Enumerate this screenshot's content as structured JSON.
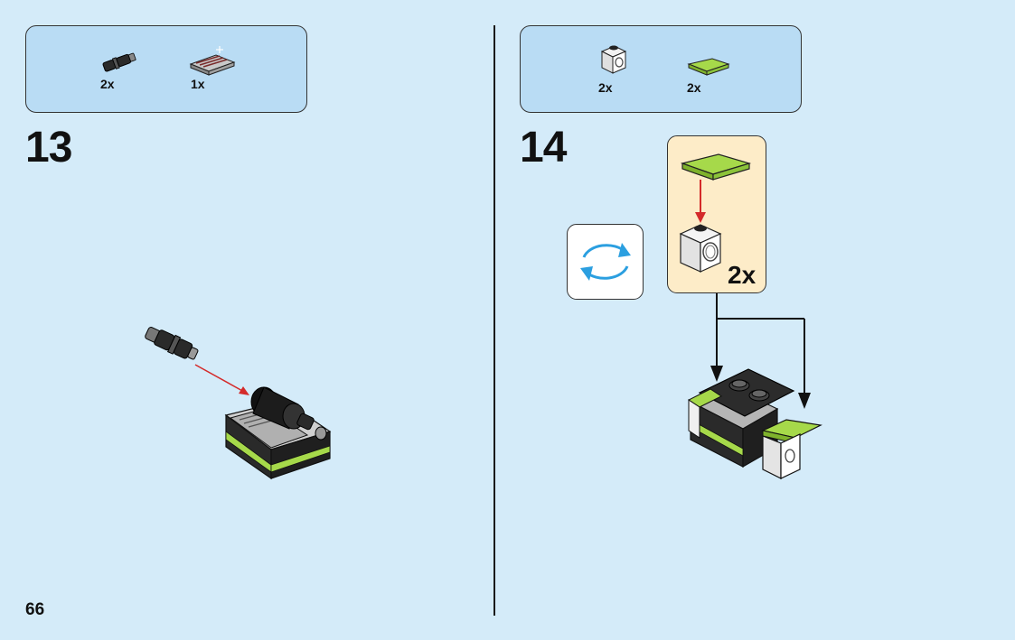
{
  "page": {
    "number": "66"
  },
  "step13": {
    "number": "13",
    "parts": [
      {
        "name": "black-pin-connector",
        "qty": "2x"
      },
      {
        "name": "grey-grille-tile",
        "qty": "1x"
      }
    ]
  },
  "step14": {
    "number": "14",
    "parts": [
      {
        "name": "white-brick-with-hole",
        "qty": "2x"
      },
      {
        "name": "lime-curved-slope",
        "qty": "2x"
      }
    ],
    "subassembly_qty": "2x",
    "rotate_icon": "rotate-model-icon"
  },
  "colors": {
    "background": "#d4ebf9",
    "parts_box": "#b9dcf4",
    "subassembly_box": "#fdecc8",
    "lime": "#a6d94a",
    "arrow_red": "#d42a2a",
    "rotate_blue": "#2b9fe0"
  }
}
